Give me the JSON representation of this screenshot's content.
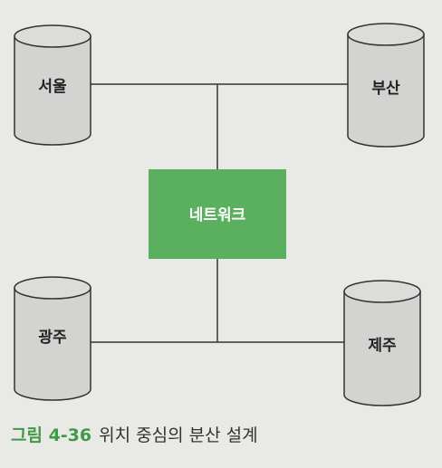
{
  "nodes": {
    "seoul": "서울",
    "busan": "부산",
    "gwangju": "광주",
    "jeju": "제주",
    "network": "네트워크"
  },
  "caption": {
    "number": "그림 4-36",
    "title": "위치 중심의 분산 설계"
  },
  "colors": {
    "background": "#e9e9e6",
    "network_box": "#5bb05f",
    "cylinder_fill": "#d3d3d1",
    "line": "#333333",
    "caption_accent": "#3f9a47"
  }
}
